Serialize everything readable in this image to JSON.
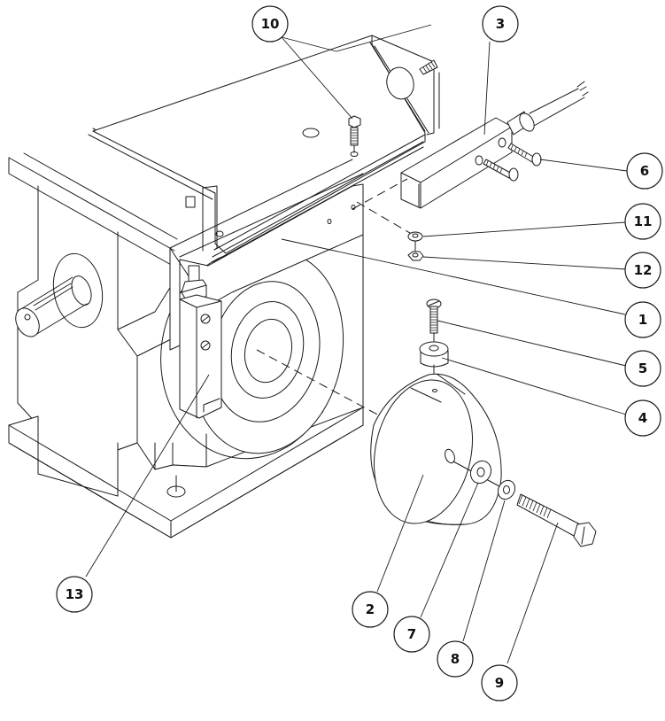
{
  "diagram": {
    "type": "exploded-parts-view",
    "callouts": [
      {
        "id": "10",
        "label": "10",
        "part": "hex-bolt"
      },
      {
        "id": "3",
        "label": "3",
        "part": "sensor-block"
      },
      {
        "id": "6",
        "label": "6",
        "part": "slotted-screws"
      },
      {
        "id": "11",
        "label": "11",
        "part": "washer"
      },
      {
        "id": "12",
        "label": "12",
        "part": "hex-nut"
      },
      {
        "id": "1",
        "label": "1",
        "part": "mounting-bracket"
      },
      {
        "id": "5",
        "label": "5",
        "part": "slotted-screw"
      },
      {
        "id": "4",
        "label": "4",
        "part": "spacer"
      },
      {
        "id": "2",
        "label": "2",
        "part": "disc-wheel"
      },
      {
        "id": "7",
        "label": "7",
        "part": "flat-washer"
      },
      {
        "id": "8",
        "label": "8",
        "part": "lock-washer"
      },
      {
        "id": "9",
        "label": "9",
        "part": "hex-bolt-long"
      },
      {
        "id": "13",
        "label": "13",
        "part": "vertical-sensor"
      }
    ],
    "colors": {
      "line": "#1a1a1a",
      "background": "#ffffff"
    }
  }
}
